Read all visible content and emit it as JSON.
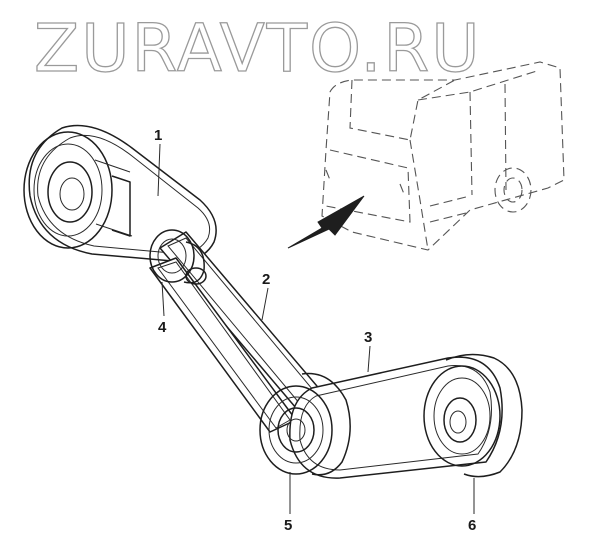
{
  "watermark": {
    "text": "ZURAVTO.RU"
  },
  "callouts": [
    {
      "id": "1",
      "label": "1"
    },
    {
      "id": "2",
      "label": "2"
    },
    {
      "id": "3",
      "label": "3"
    },
    {
      "id": "4",
      "label": "4"
    },
    {
      "id": "5",
      "label": "5"
    },
    {
      "id": "6",
      "label": "6"
    }
  ],
  "colors": {
    "line": "#1e1e1e",
    "watermark": "#9a9a9a",
    "background": "#ffffff"
  },
  "icons": {
    "vehicle": "van-rear-outline",
    "pointer": "arrow-pointer"
  }
}
